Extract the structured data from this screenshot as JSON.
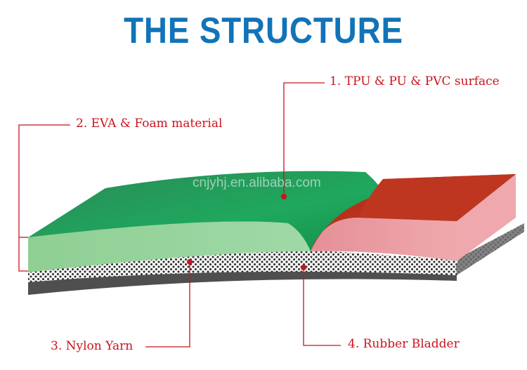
{
  "title": "THE STRUCTURE",
  "watermark": "cnjyhj.en.alibaba.com",
  "labels": {
    "layer1": "1. TPU & PU & PVC surface",
    "layer2": "2. EVA & Foam material",
    "layer3": "3. Nylon Yarn",
    "layer4": "4. Rubber Bladder"
  },
  "colors": {
    "title": "#1273b8",
    "callout": "#c8141e",
    "green_surface": "#1d9a55",
    "green_foam": "#8fd19a",
    "red_surface": "#b8321e",
    "pink_foam": "#e99aa0",
    "rubber": "#5a5a5a"
  }
}
